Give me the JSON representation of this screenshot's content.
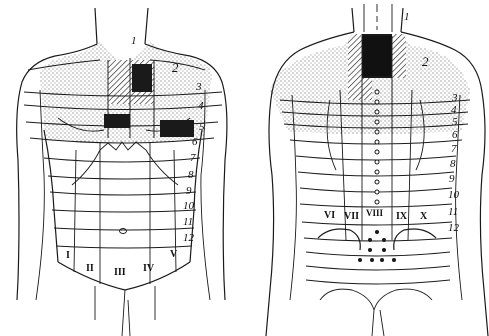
{
  "front_view": {
    "segment_numbers": [
      "1",
      "2",
      "3",
      "4",
      "5",
      "6",
      "7",
      "8",
      "9",
      "10",
      "11",
      "12"
    ],
    "roman_numerals": [
      "I",
      "II",
      "III",
      "IV",
      "V"
    ]
  },
  "back_view": {
    "segment_numbers": [
      "1",
      "2",
      "3",
      "4",
      "5",
      "6",
      "7",
      "8",
      "9",
      "10",
      "11",
      "12"
    ],
    "roman_numerals": [
      "VI",
      "VII",
      "VIII",
      "IX",
      "X"
    ]
  },
  "colors": {
    "ink": "#1a1a1a",
    "paper": "#ffffff"
  }
}
